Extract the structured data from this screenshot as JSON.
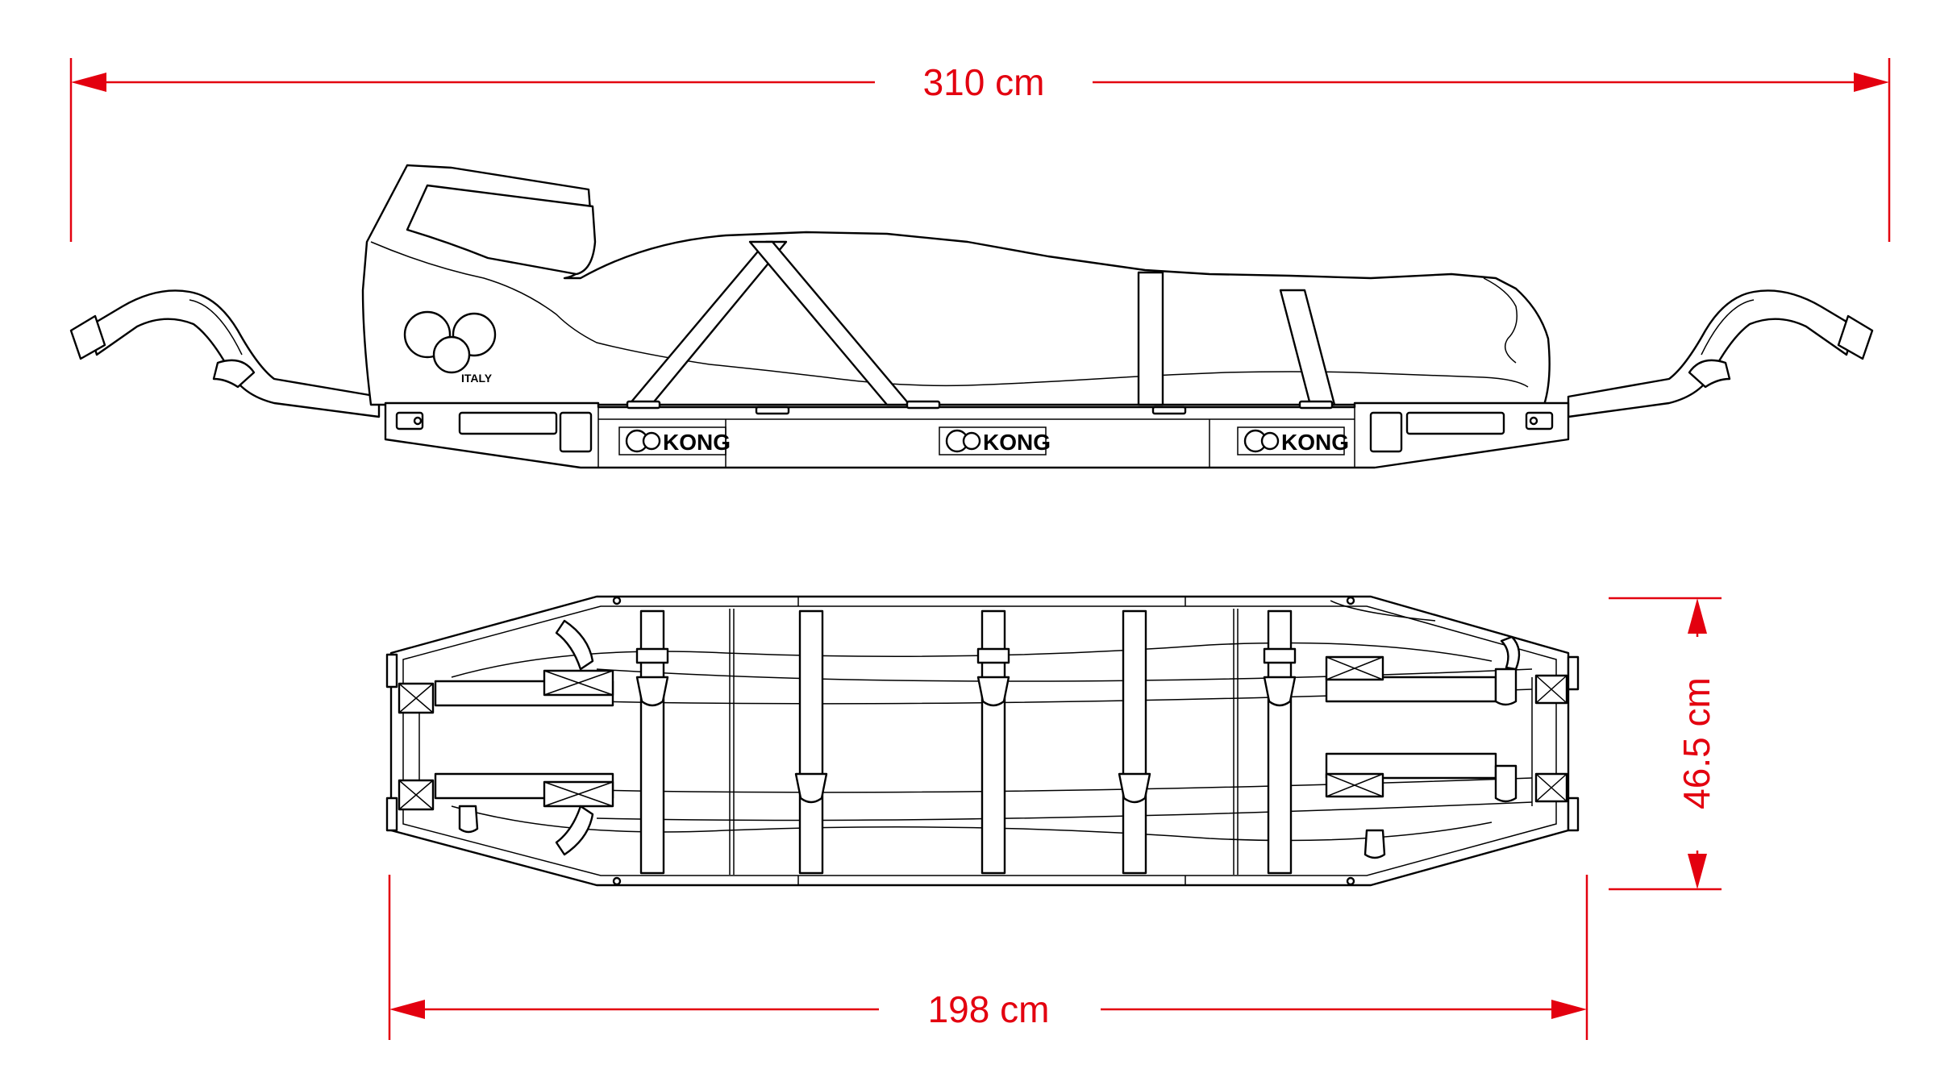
{
  "dimensions": {
    "total_length": "310 cm",
    "base_length": "198 cm",
    "width": "46.5 cm"
  },
  "branding": {
    "logo_text": "KONG",
    "logo_sub": "ITALY"
  },
  "colors": {
    "dimension": "#e3000f",
    "line": "#000000",
    "background": "#ffffff"
  }
}
